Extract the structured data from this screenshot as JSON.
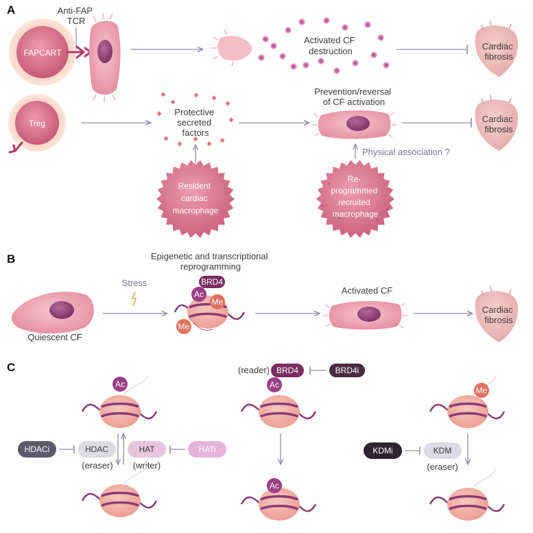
{
  "panel_a": {
    "letter": "A",
    "anti_fap_tcr": [
      "Anti-FAP",
      "TCR"
    ],
    "fapcart": "FAPCART",
    "activated_cf_destruction": [
      "Activated CF",
      "destruction"
    ],
    "cardiac_fibrosis_1": [
      "Cardiac",
      "fibrosis"
    ],
    "treg": "Treg",
    "protective_factors": [
      "Protective",
      "secreted",
      "factors"
    ],
    "prevention_reversal": [
      "Prevention/reversal",
      "of CF activation"
    ],
    "cardiac_fibrosis_2": [
      "Cardiac",
      "fibrosis"
    ],
    "physical_association": "Physical association ?",
    "resident_macrophage": [
      "Resident",
      "cardiac",
      "macrophage"
    ],
    "reprogrammed_macrophage": [
      "Re-",
      "programmed",
      "recruited",
      "macrophage"
    ]
  },
  "panel_b": {
    "letter": "B",
    "epigenetic": [
      "Epigenetic and transcriptional",
      "reprogramming"
    ],
    "stress": "Stress",
    "brd4": "BRD4",
    "ac": "Ac",
    "me": "Me",
    "activated_cf": "Activated CF",
    "quiescent_cf": "Quiescent CF",
    "cardiac_fibrosis": [
      "Cardiac",
      "fibrosis"
    ]
  },
  "panel_c": {
    "letter": "C",
    "ac": "Ac",
    "me": "Me",
    "reader": "(reader)",
    "brd4": "BRD4",
    "brd4i": "BRD4i",
    "hdaci": "HDACi",
    "hdac": "HDAC",
    "eraser": "(eraser)",
    "hat": "HAT",
    "writer": "(writer)",
    "hati": "HATi",
    "kdmi": "KDMi",
    "kdm": "KDM",
    "eraser_2": "(eraser)"
  },
  "colors": {
    "arrow": "#8f8aa6",
    "cell_fill": "#efa4b3",
    "nucleus": "#9b4b7c",
    "ac_purple": "#9c3f87",
    "me_orange": "#e0705f",
    "brd4_dark": "#7a2d62",
    "dna": "#8a3a78"
  }
}
